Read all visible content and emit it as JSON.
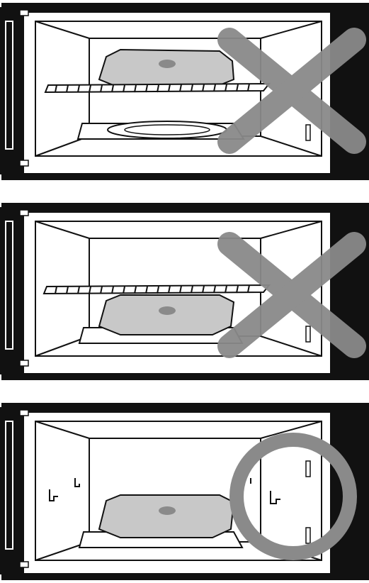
{
  "figure": {
    "description_hidden": false,
    "panels": [
      {
        "id": "panel-1",
        "rack_position": "over-dish",
        "verdict": "incorrect",
        "verdict_icon": "cross-icon"
      },
      {
        "id": "panel-2",
        "rack_position": "under-rack-dish",
        "verdict": "incorrect",
        "verdict_icon": "cross-icon"
      },
      {
        "id": "panel-3",
        "rack_position": "no-rack",
        "verdict": "correct",
        "verdict_icon": "circle-icon"
      }
    ],
    "colors": {
      "frame": "#111111",
      "line": "#111111",
      "dish_fill": "#c8c8c8",
      "mark": "#8a8a8a",
      "background": "#ffffff"
    }
  }
}
